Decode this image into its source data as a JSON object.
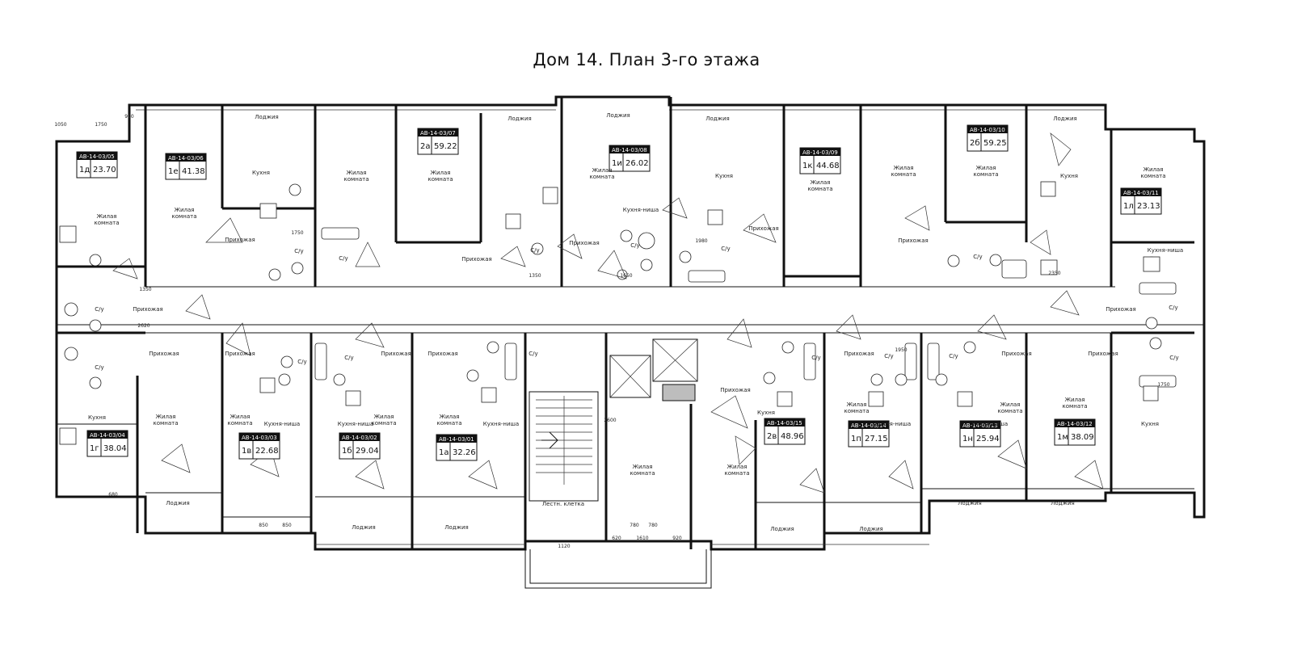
{
  "title": "Дом 14. План 3-го этажа",
  "apartments": [
    {
      "code": "АВ-14-03/05",
      "num": "1д",
      "area": "23.70"
    },
    {
      "code": "АВ-14-03/06",
      "num": "1е",
      "area": "41.38"
    },
    {
      "code": "АВ-14-03/07",
      "num": "2а",
      "area": "59.22"
    },
    {
      "code": "АВ-14-03/08",
      "num": "1и",
      "area": "26.02"
    },
    {
      "code": "АВ-14-03/09",
      "num": "1к",
      "area": "44.68"
    },
    {
      "code": "АВ-14-03/10",
      "num": "2б",
      "area": "59.25"
    },
    {
      "code": "АВ-14-03/11",
      "num": "1л",
      "area": "23.13"
    },
    {
      "code": "АВ-14-03/04",
      "num": "1г",
      "area": "38.04"
    },
    {
      "code": "АВ-14-03/03",
      "num": "1в",
      "area": "22.68"
    },
    {
      "code": "АВ-14-03/02",
      "num": "1б",
      "area": "29.04"
    },
    {
      "code": "АВ-14-03/01",
      "num": "1а",
      "area": "32.26"
    },
    {
      "code": "АВ-14-03/15",
      "num": "2в",
      "area": "48.96"
    },
    {
      "code": "АВ-14-03/14",
      "num": "1п",
      "area": "27.15"
    },
    {
      "code": "АВ-14-03/13",
      "num": "1н",
      "area": "25.94"
    },
    {
      "code": "АВ-14-03/12",
      "num": "1м",
      "area": "38.09"
    }
  ],
  "room_labels": {
    "loggia": "Лоджия",
    "kitchen": "Кухня",
    "living_1": "Жилая",
    "living_2": "комната",
    "hall": "Прихожая",
    "bath": "С/у",
    "kitchen_niche": "Кухня-ниша",
    "stair": "Лестн. клетка"
  },
  "dimensions": [
    "1050",
    "1750",
    "920",
    "2620",
    "680",
    "850",
    "850",
    "1120",
    "620",
    "1610",
    "920",
    "780",
    "780",
    "2600",
    "1350",
    "1350",
    "1650",
    "1980",
    "1750",
    "1750",
    "2350",
    "1950"
  ]
}
